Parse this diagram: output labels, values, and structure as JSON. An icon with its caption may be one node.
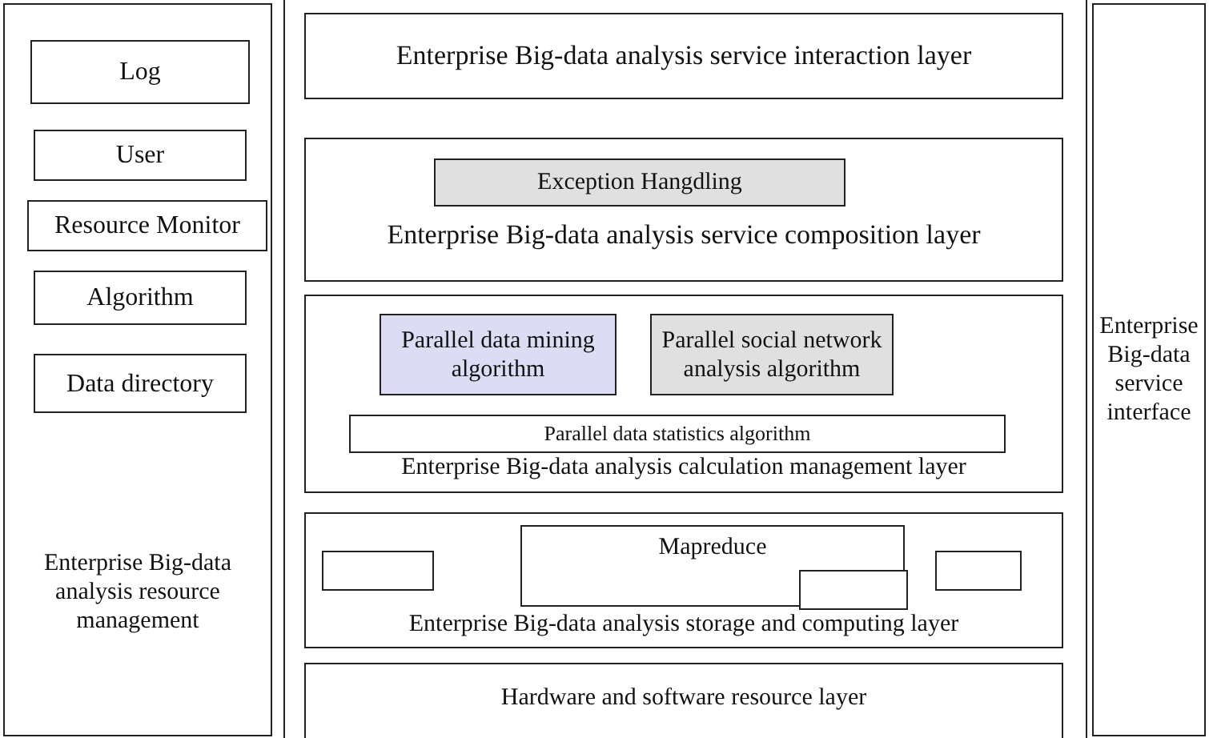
{
  "diagram": {
    "nodes": [
      {
        "text": [
          "Enterprise Big-data analysis resource management"
        ]
      },
      {
        "text": [
          "Log"
        ],
        "in": 0
      },
      {
        "text": [
          "User"
        ],
        "in": 0
      },
      {
        "text": [
          "Resource Monitor"
        ],
        "in": 0
      },
      {
        "text": [
          "Algorithm"
        ],
        "in": 0
      },
      {
        "text": [
          "Data directory"
        ],
        "in": 0
      },
      {
        "text": [
          "Enterprise Big-data analysis service interaction layer"
        ]
      },
      {
        "text": [
          "Enterprise Big-data analysis service composition layer"
        ]
      },
      {
        "text": [
          "Exception Hangdling"
        ],
        "in": 7
      },
      {
        "text": [
          "Enterprise Big-data analysis calculation management layer"
        ]
      },
      {
        "text": [
          "Parallel data mining algorithm"
        ],
        "in": 9
      },
      {
        "text": [
          "Parallel social network analysis algorithm"
        ],
        "in": 9
      },
      {
        "text": [
          "Parallel data statistics algorithm"
        ],
        "in": 9
      },
      {
        "text": [
          "Enterprise Big-data analysis storage and computing layer"
        ]
      },
      {
        "text": [],
        "shape": "box",
        "in": 13
      },
      {
        "text": [
          "Mapreduce"
        ],
        "in": 13
      },
      {
        "text": [],
        "shape": "box",
        "in": 13
      },
      {
        "text": [],
        "shape": "box",
        "in": 13
      },
      {
        "text": [
          "Hardware and software resource layer"
        ]
      },
      {
        "text": [
          "Enterprise Big-data service interface"
        ]
      }
    ],
    "edges": []
  }
}
